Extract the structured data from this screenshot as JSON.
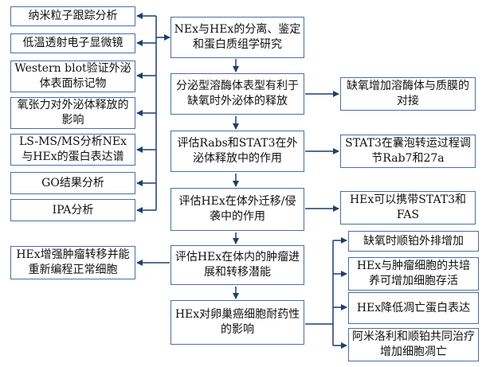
{
  "left_column": [
    "纳米粒子跟踪分析",
    "低温透射电子显微镜",
    "Western blot验证外泌体表面标记物",
    "氧张力对外泌体释放的影响",
    "LS-MS/MS分析NEx与HEx的蛋白表达谱",
    "GO结果分析",
    "IPA分析"
  ],
  "center_column": [
    "NEx与HEx的分离、鉴定和蛋白质组学研究",
    "分泌型溶酶体表型有利于缺氧时外泌体的释放",
    "评估Rabs和STAT3在外泌体释放中的作用",
    "评估HEx在体外迁移/侵袭中的作用",
    "评估HEx在体内的肿瘤进展和转移潜能",
    "HEx对卵巢癌细胞耐药性的影响"
  ],
  "right_column": [
    "缺氧增加溶酶体与质膜的对接",
    "STAT3在囊泡转运过程调节Rab7和27a",
    "HEx可以携带STAT3和FAS",
    "缺氧时顺铂外排增加",
    "HEx与肿瘤细胞的共培养可增加细胞存活",
    "HEx降低凋亡蛋白表达",
    "阿米洛利和顺铂共同治疗增加细胞凋亡"
  ],
  "left_extra": "HEx增强肿瘤转移并能重新编程正常细胞",
  "colors": {
    "border": "#4a6fa5",
    "arrow": "#1f3f6e"
  }
}
